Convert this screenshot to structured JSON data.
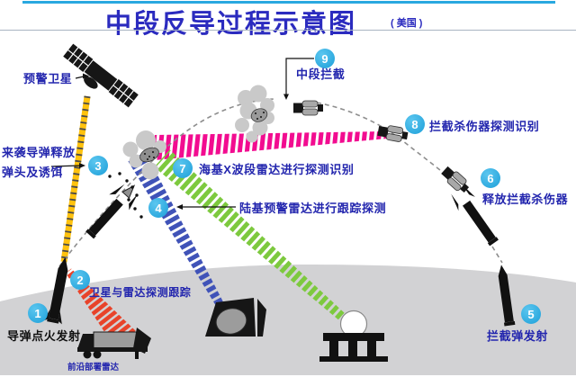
{
  "header": {
    "title": "中段反导过程示意图",
    "subtitle": "( 美国 )"
  },
  "steps": [
    {
      "num": "1",
      "label": "导弹点火发射"
    },
    {
      "num": "2",
      "label": "卫星与雷达探测跟踪"
    },
    {
      "num": "3",
      "label_line1": "来袭导弹释放",
      "label_line2": "弹头及诱饵"
    },
    {
      "num": "4",
      "label": "陆基预警雷达进行跟踪探测"
    },
    {
      "num": "5",
      "label": "拦截弹发射"
    },
    {
      "num": "6",
      "label": "释放拦截杀伤器"
    },
    {
      "num": "7",
      "label": "海基X波段雷达进行探测识别"
    },
    {
      "num": "8",
      "label": "拦截杀伤器探测识别"
    },
    {
      "num": "9",
      "label": "中段拦截"
    }
  ],
  "devices": {
    "warning_satellite": "预警卫星",
    "forward_radar": "前沿部署雷达"
  },
  "colors": {
    "accent_blue": "#29A8E0",
    "title_blue": "#2B2BBF",
    "label_blue": "#2326AE",
    "beam_yellow": "#FFC20E",
    "beam_red": "#E8432A",
    "beam_magenta": "#F20C90",
    "beam_green": "#7DC93E",
    "beam_blue": "#4053B8",
    "ground_gray": "#D2D2D4",
    "trajectory_gray": "#8E8E8E"
  },
  "icons": [
    "warning-satellite-icon",
    "attacking-missile-launch-icon",
    "staging-missile-icon",
    "decoy-cluster-icon",
    "intercept-debris-icon",
    "kill-vehicle-icon",
    "interceptor-missile-release-icon",
    "interceptor-missile-launch-icon",
    "ground-radar-icon",
    "sea-based-xband-radar-icon",
    "radar-truck-icon"
  ]
}
